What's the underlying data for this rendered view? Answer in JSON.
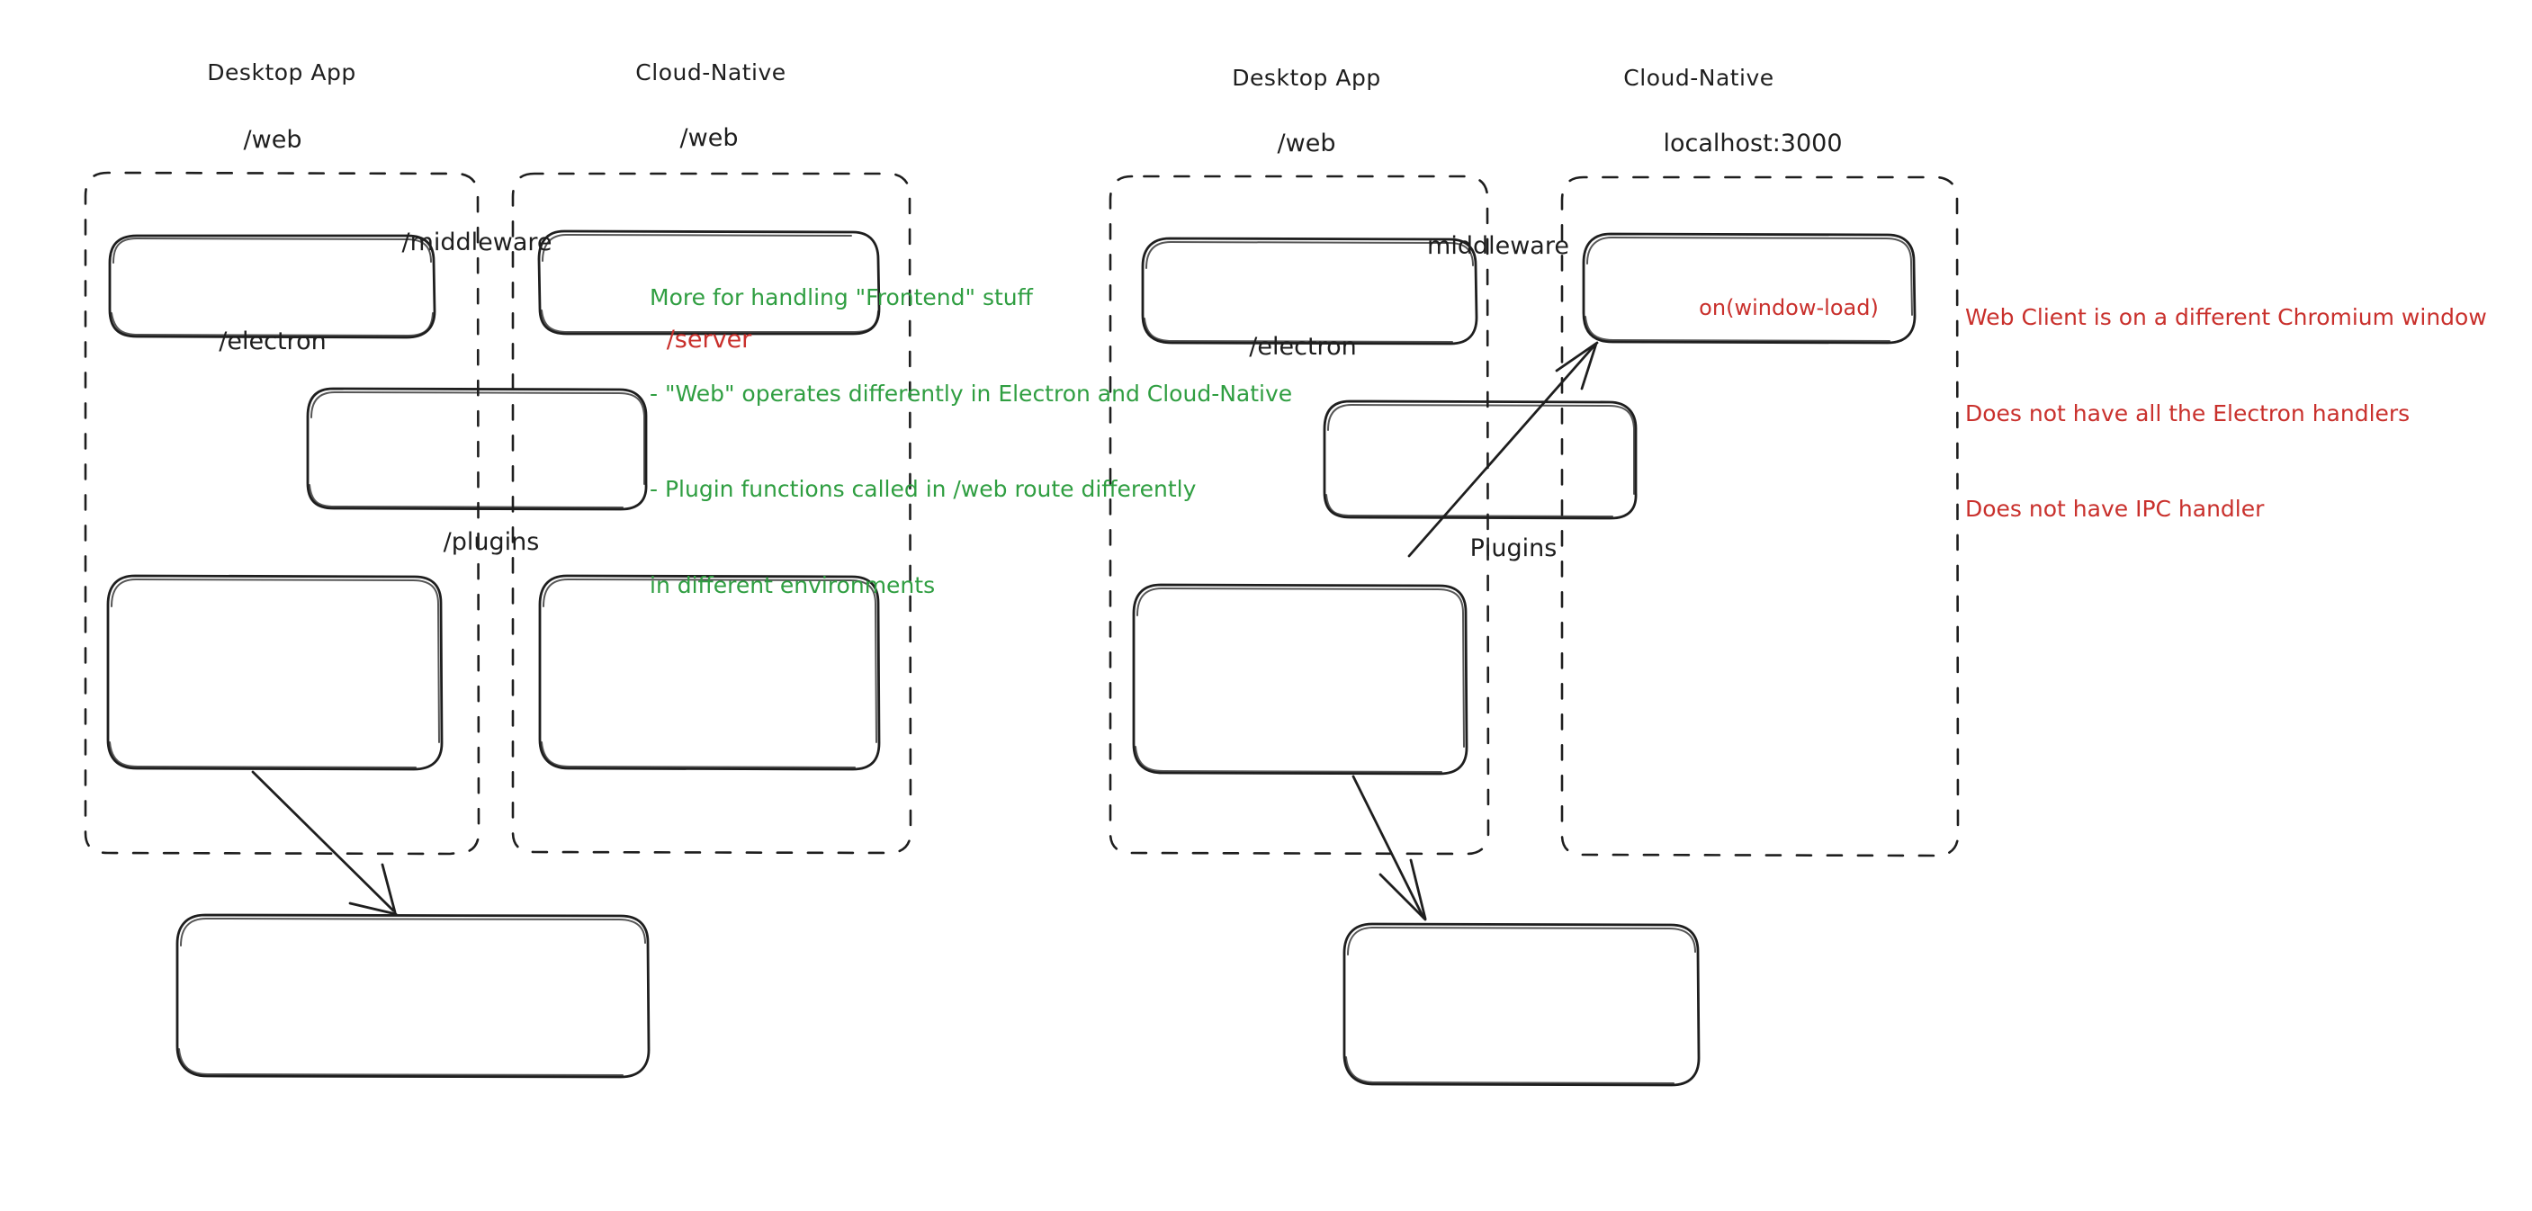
{
  "diagram": {
    "title": "Electron vs Cloud-Native architecture comparison",
    "background": "#ffffff",
    "colors": {
      "stroke": "#1e1e1e",
      "green": "#2f9e41",
      "red": "#c9302c"
    },
    "left_panel": {
      "groups": [
        {
          "id": "left-desktop-app",
          "label": "Desktop App"
        },
        {
          "id": "left-cloud-native",
          "label": "Cloud-Native"
        }
      ],
      "boxes": [
        {
          "id": "left-desktop-web",
          "label": "/web",
          "color": "#1e1e1e"
        },
        {
          "id": "left-cloud-web",
          "label": "/web",
          "color": "#1e1e1e"
        },
        {
          "id": "left-middleware",
          "label": "/middleware",
          "color": "#1e1e1e"
        },
        {
          "id": "left-electron",
          "label": "/electron",
          "color": "#1e1e1e"
        },
        {
          "id": "left-server",
          "label": "/server",
          "color": "#c9302c"
        },
        {
          "id": "left-plugins",
          "label": "/plugins",
          "color": "#1e1e1e"
        }
      ],
      "note_green": [
        "More for handling \"Frontend\" stuff",
        "- \"Web\" operates differently in Electron and Cloud-Native",
        "- Plugin functions called in /web route differently",
        "in different environments"
      ]
    },
    "right_panel": {
      "groups": [
        {
          "id": "right-desktop-app",
          "label": "Desktop App"
        },
        {
          "id": "right-cloud-native",
          "label": "Cloud-Native"
        }
      ],
      "boxes": [
        {
          "id": "right-desktop-web",
          "label": "/web",
          "color": "#1e1e1e"
        },
        {
          "id": "right-localhost",
          "label": "localhost:3000",
          "sublabel": "on(window-load)",
          "color": "#1e1e1e",
          "sublabel_color": "#c9302c"
        },
        {
          "id": "right-middleware",
          "label": "middleware",
          "color": "#1e1e1e"
        },
        {
          "id": "right-electron",
          "label": "/electron",
          "color": "#1e1e1e"
        },
        {
          "id": "right-plugins",
          "label": "Plugins",
          "color": "#1e1e1e"
        }
      ],
      "note_red": [
        "Web Client is on a different Chromium window",
        "Does not have all the Electron handlers",
        "Does not have IPC handler"
      ]
    }
  }
}
